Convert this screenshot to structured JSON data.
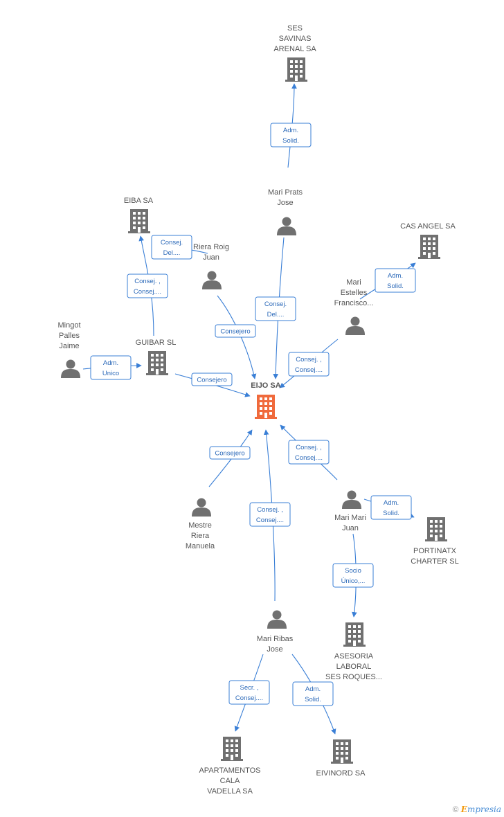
{
  "colors": {
    "edge": "#3a7fd6",
    "edge_text": "#2a68b8",
    "node_icon": "#707070",
    "main_node_icon": "#f06a3c",
    "label": "#555555"
  },
  "credit": {
    "symbol": "©",
    "brand_initial": "E",
    "brand_rest": "mpresia"
  },
  "nodes": [
    {
      "id": "eijo",
      "type": "company",
      "main": true,
      "label": [
        "EIJO SA"
      ]
    },
    {
      "id": "ses_savinas",
      "type": "company",
      "label": [
        "SES",
        "SAVINAS",
        "ARENAL SA"
      ]
    },
    {
      "id": "mari_prats",
      "type": "person",
      "label": [
        "Mari Prats",
        "Jose"
      ]
    },
    {
      "id": "eiba",
      "type": "company",
      "label": [
        "EIBA SA"
      ]
    },
    {
      "id": "riera_roig",
      "type": "person",
      "label": [
        "Riera Roig",
        "Juan"
      ]
    },
    {
      "id": "cas_angel",
      "type": "company",
      "label": [
        "CAS ANGEL SA"
      ]
    },
    {
      "id": "mari_estelles",
      "type": "person",
      "label": [
        "Mari",
        "Estelles",
        "Francisco..."
      ]
    },
    {
      "id": "mingot",
      "type": "person",
      "label": [
        "Mingot",
        "Palles",
        "Jaime"
      ]
    },
    {
      "id": "guibar",
      "type": "company",
      "label": [
        "GUIBAR SL"
      ]
    },
    {
      "id": "mestre",
      "type": "person",
      "label": [
        "Mestre",
        "Riera",
        "Manuela"
      ]
    },
    {
      "id": "mari_mari",
      "type": "person",
      "label": [
        "Mari Mari",
        "Juan"
      ]
    },
    {
      "id": "portinatx",
      "type": "company",
      "label": [
        "PORTINATX",
        "CHARTER SL"
      ]
    },
    {
      "id": "asesoria",
      "type": "company",
      "label": [
        "ASESORIA",
        "LABORAL",
        "SES ROQUES..."
      ]
    },
    {
      "id": "mari_ribas",
      "type": "person",
      "label": [
        "Mari Ribas",
        "Jose"
      ]
    },
    {
      "id": "apartamentos",
      "type": "company",
      "label": [
        "APARTAMENTOS",
        "CALA",
        "VADELLA SA"
      ]
    },
    {
      "id": "eivinord",
      "type": "company",
      "label": [
        "EIVINORD SA"
      ]
    }
  ],
  "edges": [
    {
      "id": "e1",
      "label": [
        "Adm.",
        "Solid."
      ]
    },
    {
      "id": "e2",
      "label": [
        "Consej.",
        "Del...."
      ]
    },
    {
      "id": "e3",
      "label": [
        "Consej.",
        "Del...."
      ]
    },
    {
      "id": "e4",
      "label": [
        "Consej. ,",
        "Consej...."
      ]
    },
    {
      "id": "e5",
      "label": [
        "Consejero"
      ]
    },
    {
      "id": "e6",
      "label": [
        "Adm.",
        "Solid."
      ]
    },
    {
      "id": "e7",
      "label": [
        "Consej. ,",
        "Consej...."
      ]
    },
    {
      "id": "e8",
      "label": [
        "Adm.",
        "Unico"
      ]
    },
    {
      "id": "e9",
      "label": [
        "Consejero"
      ]
    },
    {
      "id": "e10",
      "label": [
        "Consejero"
      ]
    },
    {
      "id": "e11",
      "label": [
        "Consej. ,",
        "Consej...."
      ]
    },
    {
      "id": "e12",
      "label": [
        "Consej. ,",
        "Consej...."
      ]
    },
    {
      "id": "e13",
      "label": [
        "Adm.",
        "Solid."
      ]
    },
    {
      "id": "e14",
      "label": [
        "Socio",
        "Único,..."
      ]
    },
    {
      "id": "e15",
      "label": [
        "Secr. ,",
        "Consej...."
      ]
    },
    {
      "id": "e16",
      "label": [
        "Adm.",
        "Solid."
      ]
    }
  ]
}
